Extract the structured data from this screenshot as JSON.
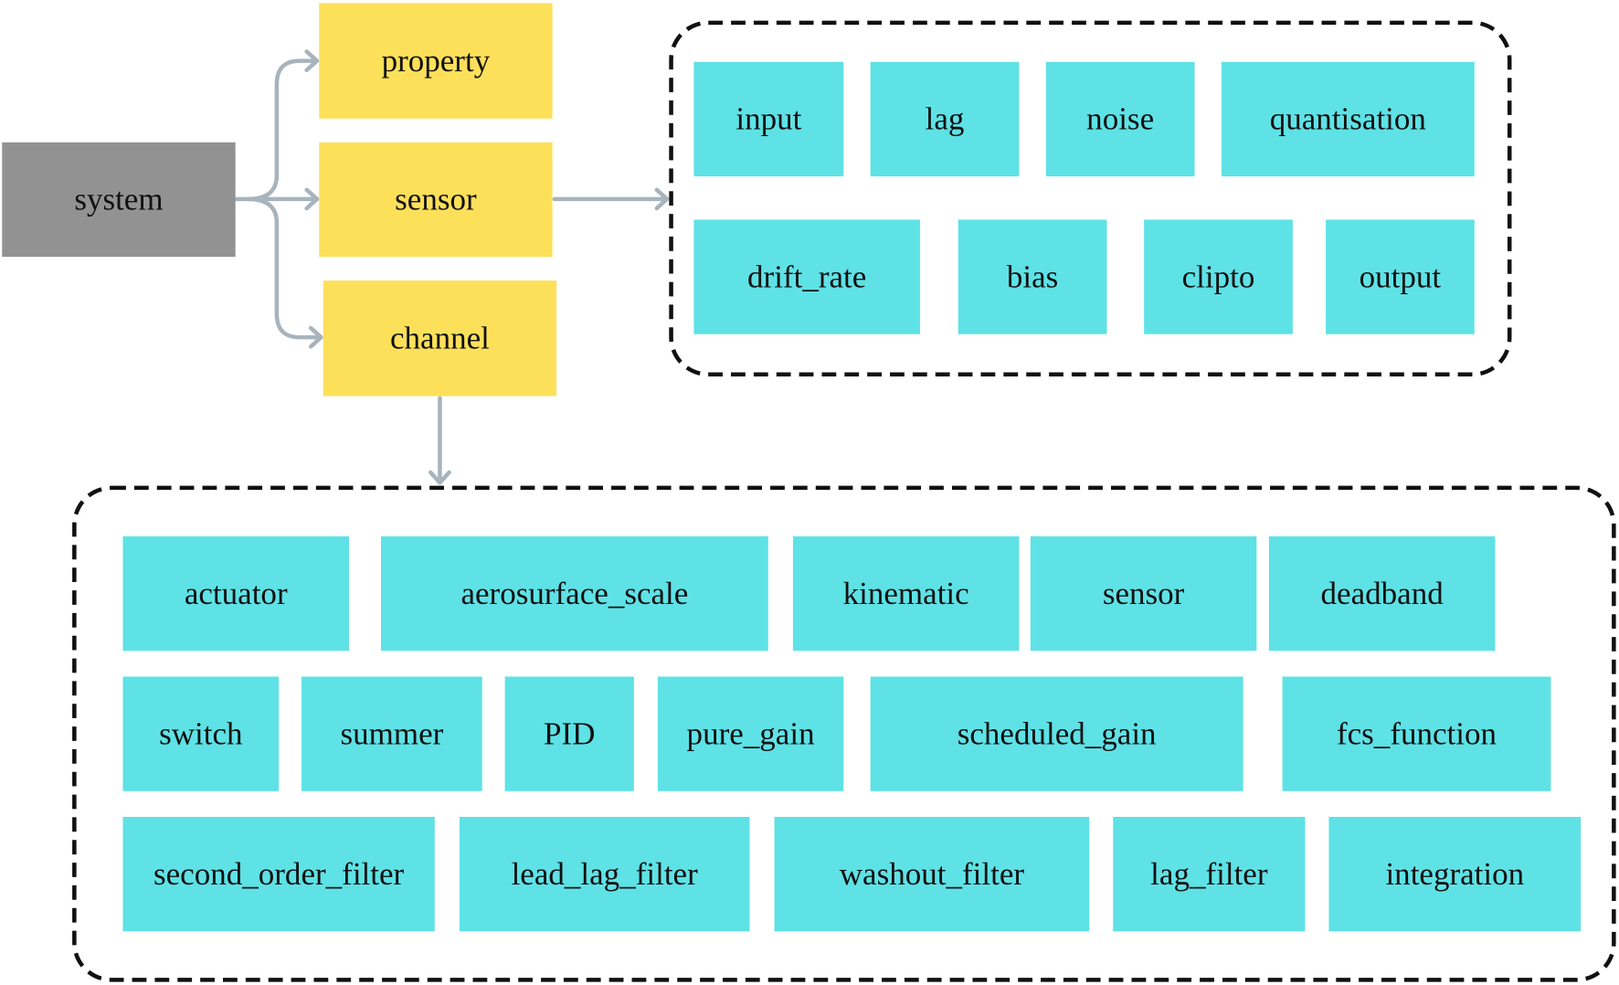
{
  "colors": {
    "root": "#929292",
    "level1": "#fde05a",
    "leaf": "#5ee2e6",
    "edge": "#a7b4bd",
    "group_border": "#111111"
  },
  "root": {
    "label": "system"
  },
  "level1": [
    {
      "id": "property",
      "label": "property"
    },
    {
      "id": "sensor",
      "label": "sensor"
    },
    {
      "id": "channel",
      "label": "channel"
    }
  ],
  "sensor_group": {
    "rows": [
      [
        "input",
        "lag",
        "noise",
        "quantisation"
      ],
      [
        "drift_rate",
        "bias",
        "clipto",
        "output"
      ]
    ]
  },
  "channel_group": {
    "rows": [
      [
        "actuator",
        "aerosurface_scale",
        "kinematic",
        "sensor",
        "deadband"
      ],
      [
        "switch",
        "summer",
        "PID",
        "pure_gain",
        "scheduled_gain",
        "fcs_function"
      ],
      [
        "second_order_filter",
        "lead_lag_filter",
        "washout_filter",
        "lag_filter",
        "integration"
      ]
    ]
  },
  "edges": [
    {
      "from": "system",
      "to": "property"
    },
    {
      "from": "system",
      "to": "sensor"
    },
    {
      "from": "system",
      "to": "channel"
    },
    {
      "from": "sensor",
      "to": "sensor_group"
    },
    {
      "from": "channel",
      "to": "channel_group"
    }
  ]
}
